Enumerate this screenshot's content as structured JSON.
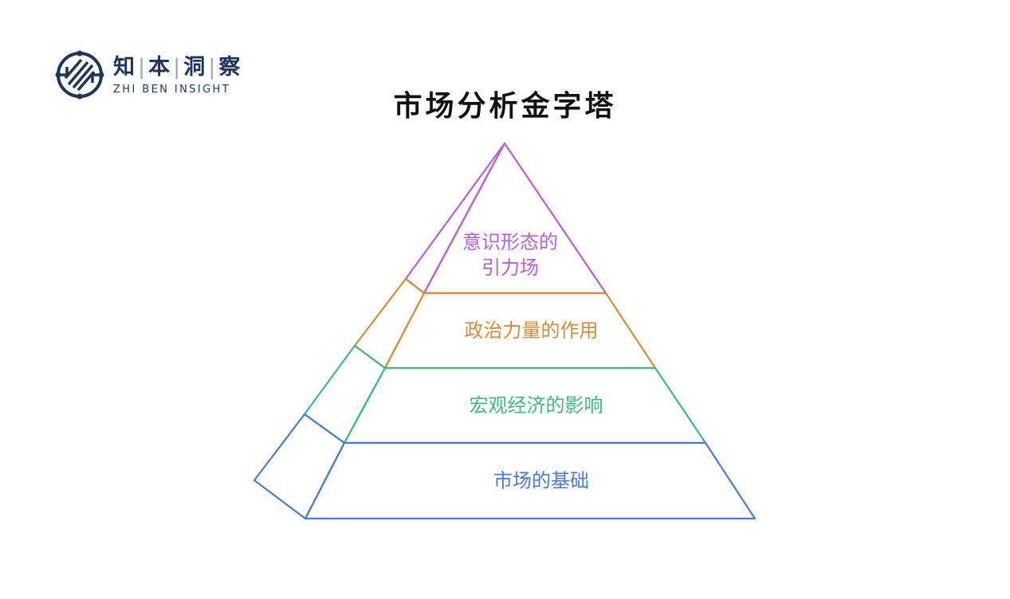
{
  "logo": {
    "cn_chars": [
      "知",
      "本",
      "洞",
      "察"
    ],
    "en": "ZHI BEN INSIGHT",
    "color": "#1f3557"
  },
  "title": "市场分析金字塔",
  "layers": [
    {
      "lines": [
        "意识形态的",
        "引力场"
      ],
      "color": "#b45fd8"
    },
    {
      "lines": [
        "政治力量的作用"
      ],
      "color": "#d88a3a"
    },
    {
      "lines": [
        "宏观经济的影响"
      ],
      "color": "#3dba7c"
    },
    {
      "lines": [
        "市场的基础"
      ],
      "color": "#4a7bd2"
    }
  ]
}
